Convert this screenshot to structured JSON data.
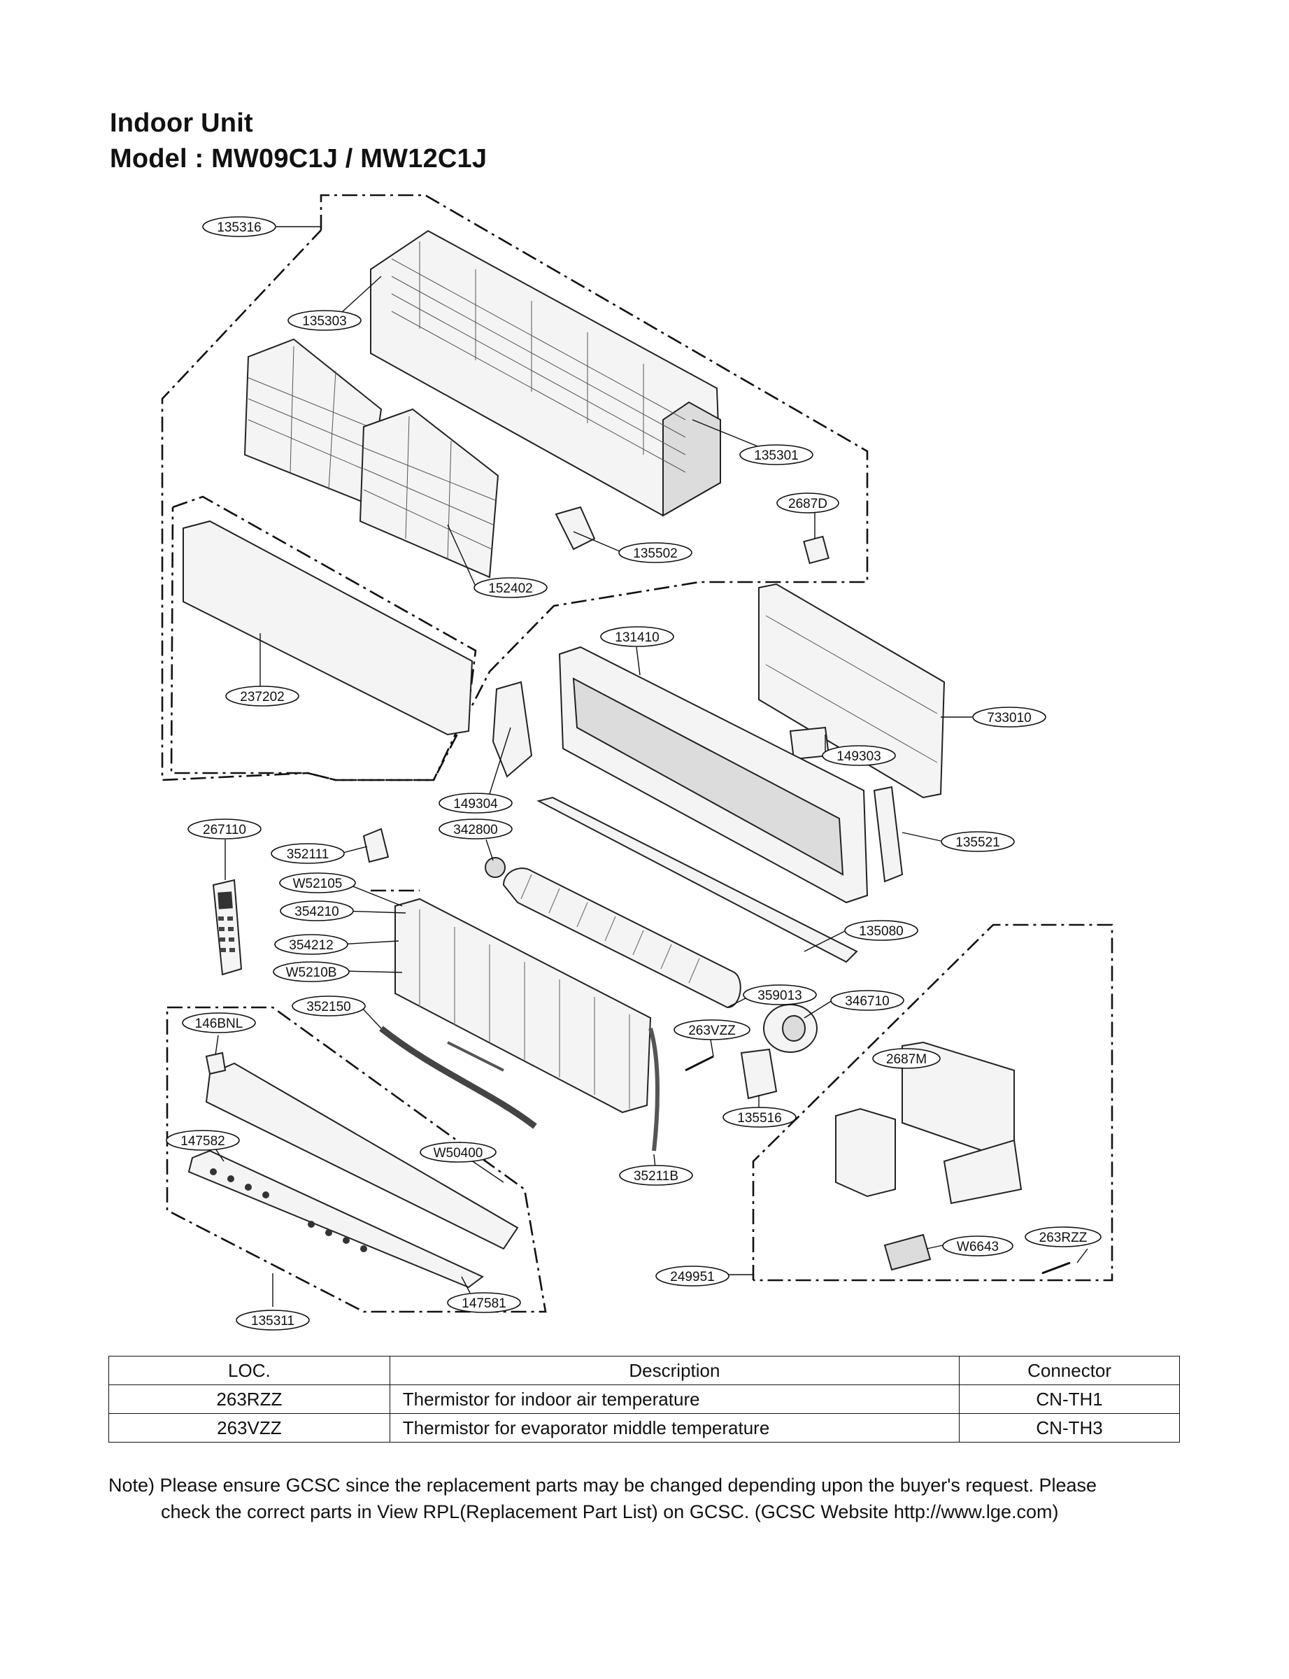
{
  "header": {
    "title": "Indoor Unit",
    "model": "Model : MW09C1J / MW12C1J"
  },
  "callouts": {
    "p135316": "135316",
    "p135303": "135303",
    "p135301": "135301",
    "p2687D": "2687D",
    "p135502": "135502",
    "p152402": "152402",
    "p237202": "237202",
    "p131410": "131410",
    "p733010": "733010",
    "p149303": "149303",
    "p149304": "149304",
    "p342800": "342800",
    "p135521": "135521",
    "p267110": "267110",
    "p352111": "352111",
    "pW52105": "W52105",
    "p354210": "354210",
    "p354212": "354212",
    "pW5210B": "W5210B",
    "p352150": "352150",
    "p135080": "135080",
    "p359013": "359013",
    "p346710": "346710",
    "p263VZZ": "263VZZ",
    "p146BNL": "146BNL",
    "p2687M": "2687M",
    "p135516": "135516",
    "p147582": "147582",
    "pW50400": "W50400",
    "p35211B": "35211B",
    "pW6643": "W6643",
    "p263RZZ": "263RZZ",
    "p249951": "249951",
    "p147581": "147581",
    "p135311": "135311"
  },
  "table": {
    "headers": [
      "LOC.",
      "Description",
      "Connector"
    ],
    "rows": [
      [
        "263RZZ",
        "Thermistor for indoor air temperature",
        "CN-TH1"
      ],
      [
        "263VZZ",
        "Thermistor for evaporator middle temperature",
        "CN-TH3"
      ]
    ]
  },
  "note": {
    "line1": "Note) Please ensure GCSC since the replacement parts may be changed depending upon the buyer's request. Please",
    "line2": "check the correct parts in View RPL(Replacement Part List) on GCSC. (GCSC Website http://www.lge.com)"
  }
}
